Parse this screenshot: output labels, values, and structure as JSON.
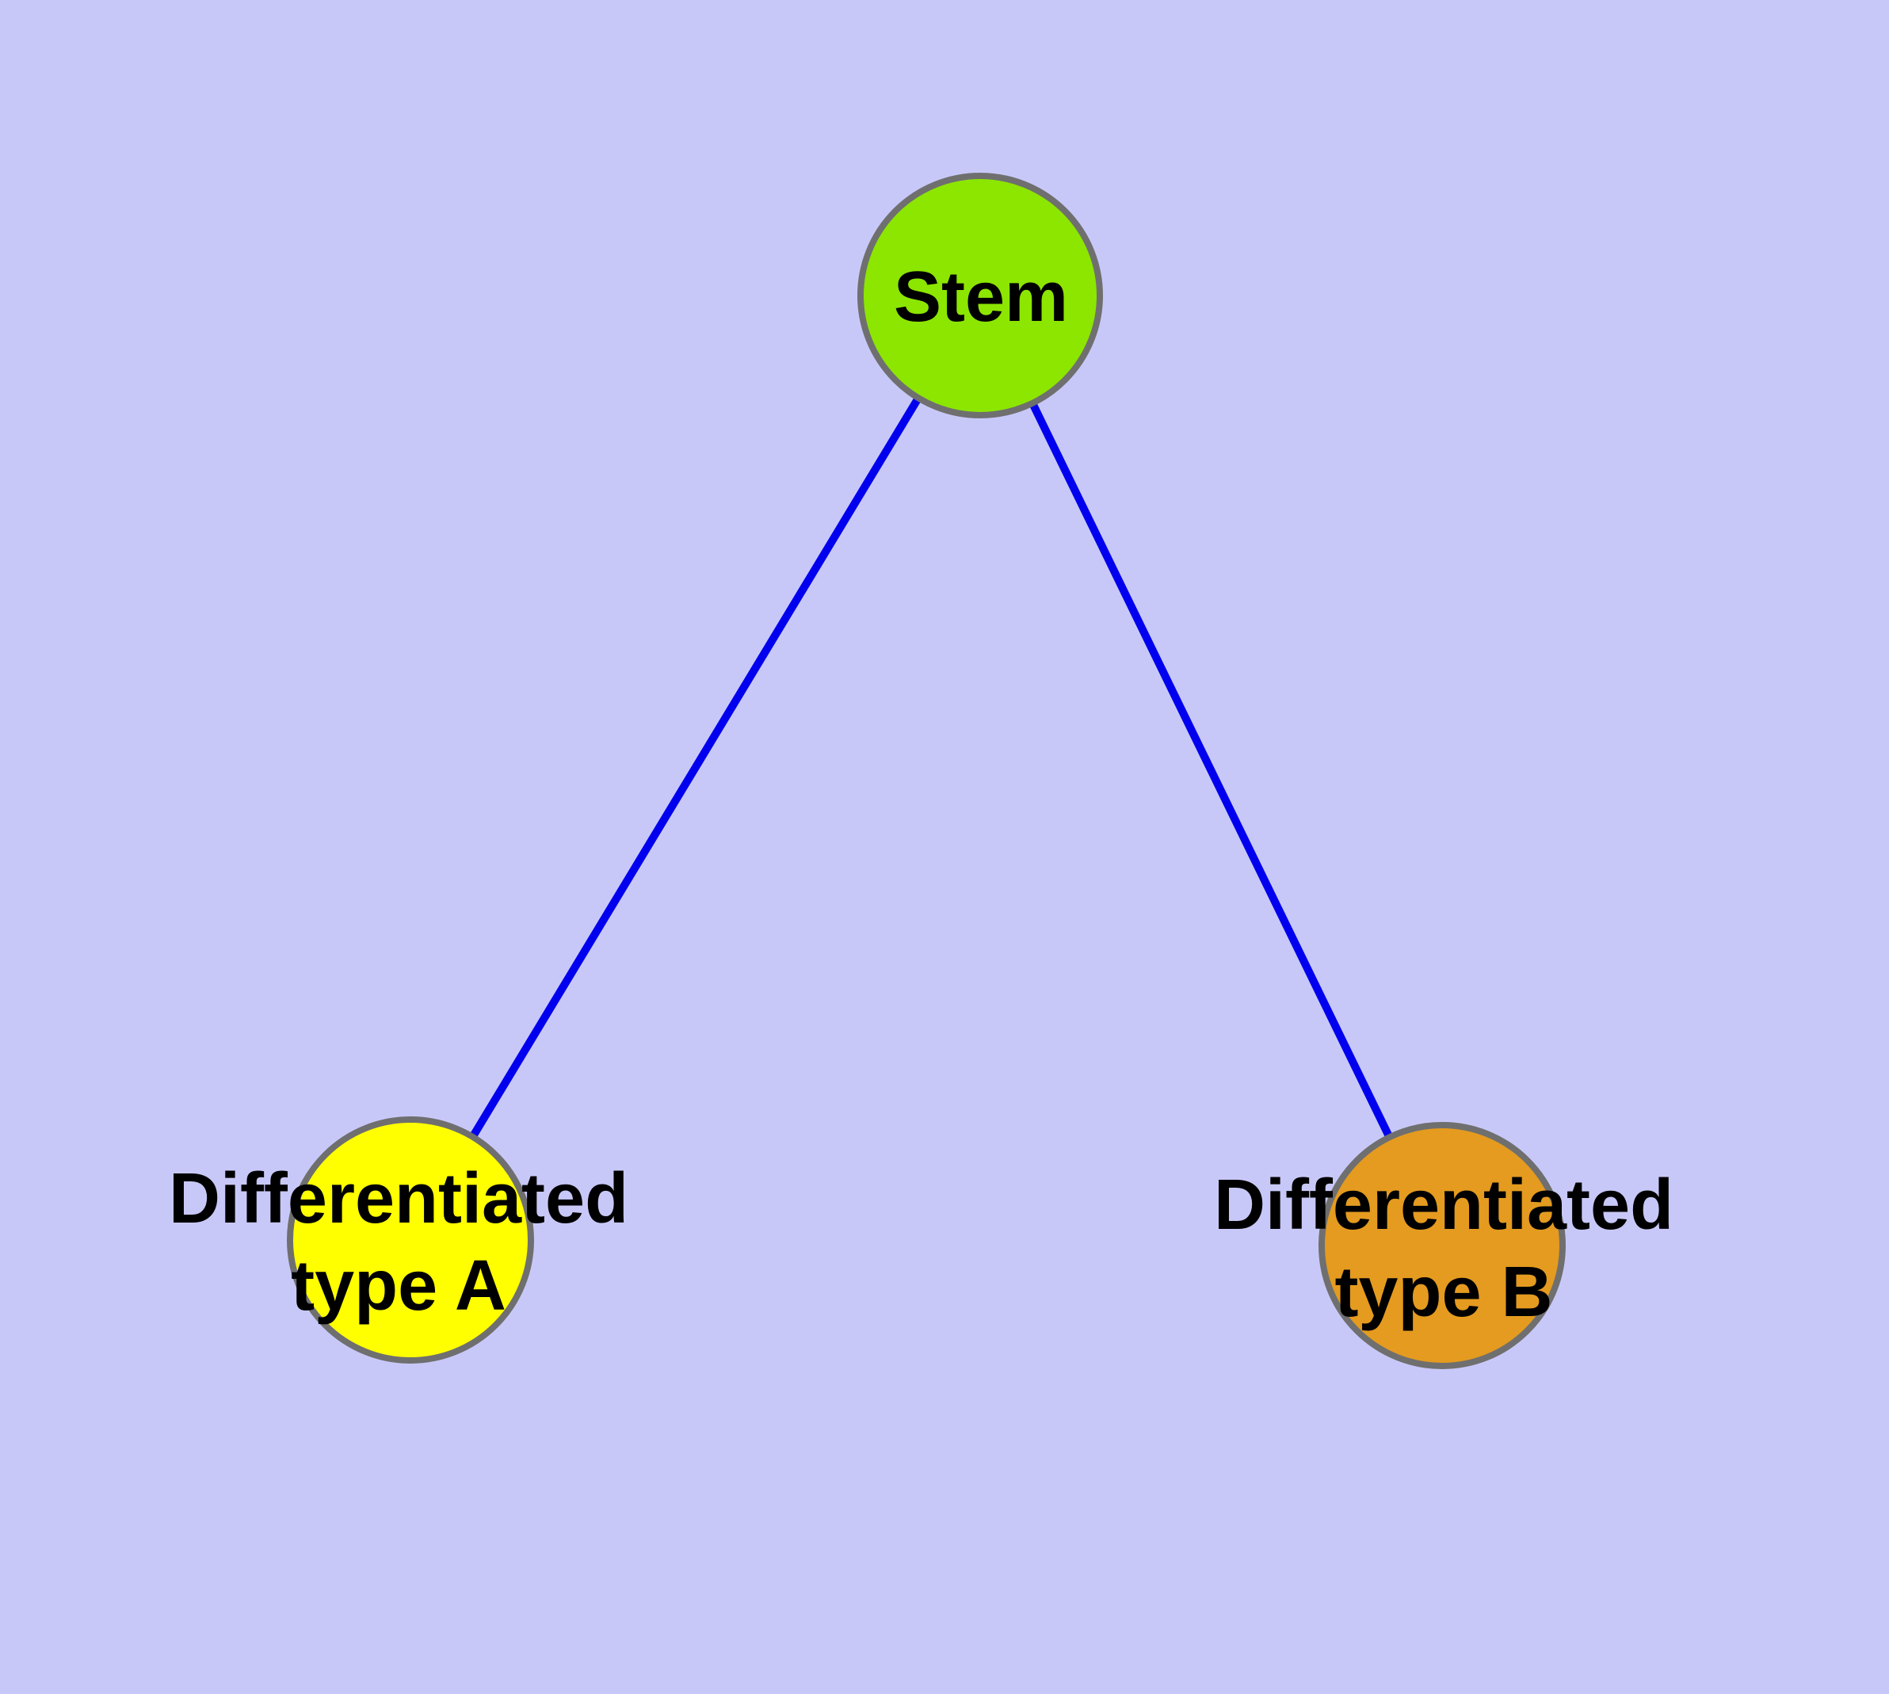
{
  "diagram": {
    "type": "graph",
    "description_labels": {
      "stem": "Stem",
      "type_a": "Differentiated type A",
      "type_b": "Differentiated type B"
    },
    "colors": {
      "background": "#C8C8F8",
      "edge": "#0000EE",
      "node_border": "#6F6F6F",
      "label_text": "#000000",
      "stem_fill": "#8CE600",
      "type_a_fill": "#FFFF00",
      "type_b_fill": "#E49B1F"
    },
    "nodes": [
      {
        "id": "stem",
        "label": "Stem",
        "label_lines": [
          "Stem"
        ],
        "fill": "#8CE600"
      },
      {
        "id": "differentiated-type-a",
        "label": "Differentiated type A",
        "label_lines": [
          "Differentiated",
          "type A"
        ],
        "fill": "#FFFF00"
      },
      {
        "id": "differentiated-type-b",
        "label": "Differentiated type B",
        "label_lines": [
          "Differentiated",
          "type B"
        ],
        "fill": "#E49B1F"
      }
    ],
    "edges": [
      {
        "from": "stem",
        "to": "differentiated-type-a"
      },
      {
        "from": "stem",
        "to": "differentiated-type-b"
      }
    ]
  }
}
